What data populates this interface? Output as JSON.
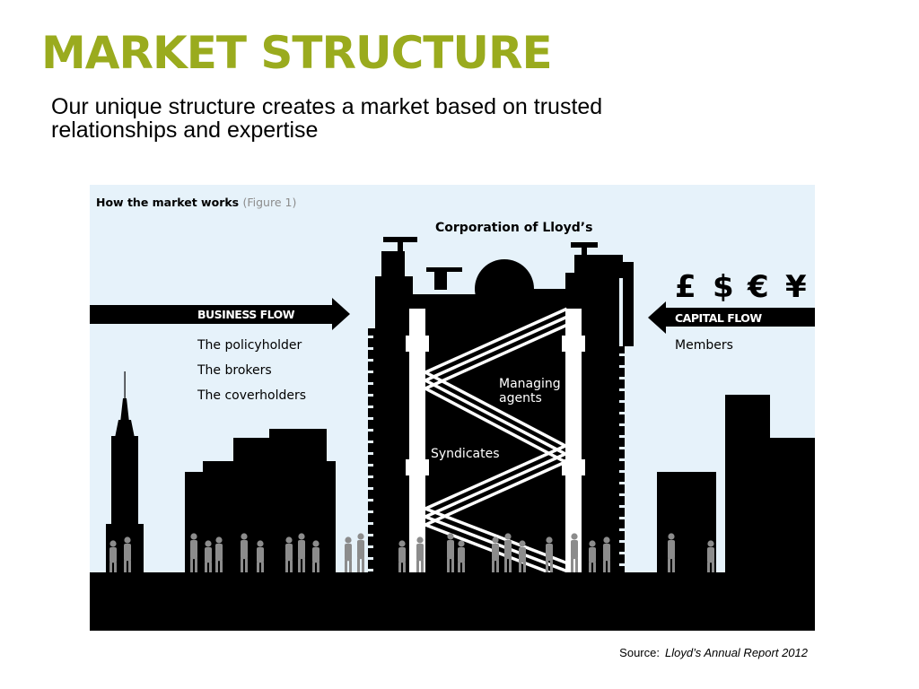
{
  "slide": {
    "title": "MARKET STRUCTURE",
    "subtitle": "Our unique structure creates a market based on trusted relationships and expertise"
  },
  "figure": {
    "heading": "How the market works",
    "figure_ref": "(Figure 1)",
    "building_label": "Corporation of Lloyd’s",
    "business_flow": {
      "label": "BUSINESS FLOW",
      "items": [
        "The policyholder",
        "The brokers",
        "The coverholders"
      ]
    },
    "capital_flow": {
      "label": "CAPITAL FLOW",
      "items": [
        "Members"
      ]
    },
    "currency_symbols": [
      "£",
      "$",
      "€",
      "¥"
    ],
    "inner_labels": {
      "managing_agents_line1": "Managing",
      "managing_agents_line2": "agents",
      "syndicates": "Syndicates"
    }
  },
  "source": {
    "prefix": "Source:",
    "reference": "Lloyd’s Annual Report 2012"
  },
  "colors": {
    "title": "#9aab1e",
    "sky": "#e6f2fa",
    "silhouette": "#000000",
    "people": "#8c8c8c",
    "figure_ref": "#8c8c8c"
  }
}
